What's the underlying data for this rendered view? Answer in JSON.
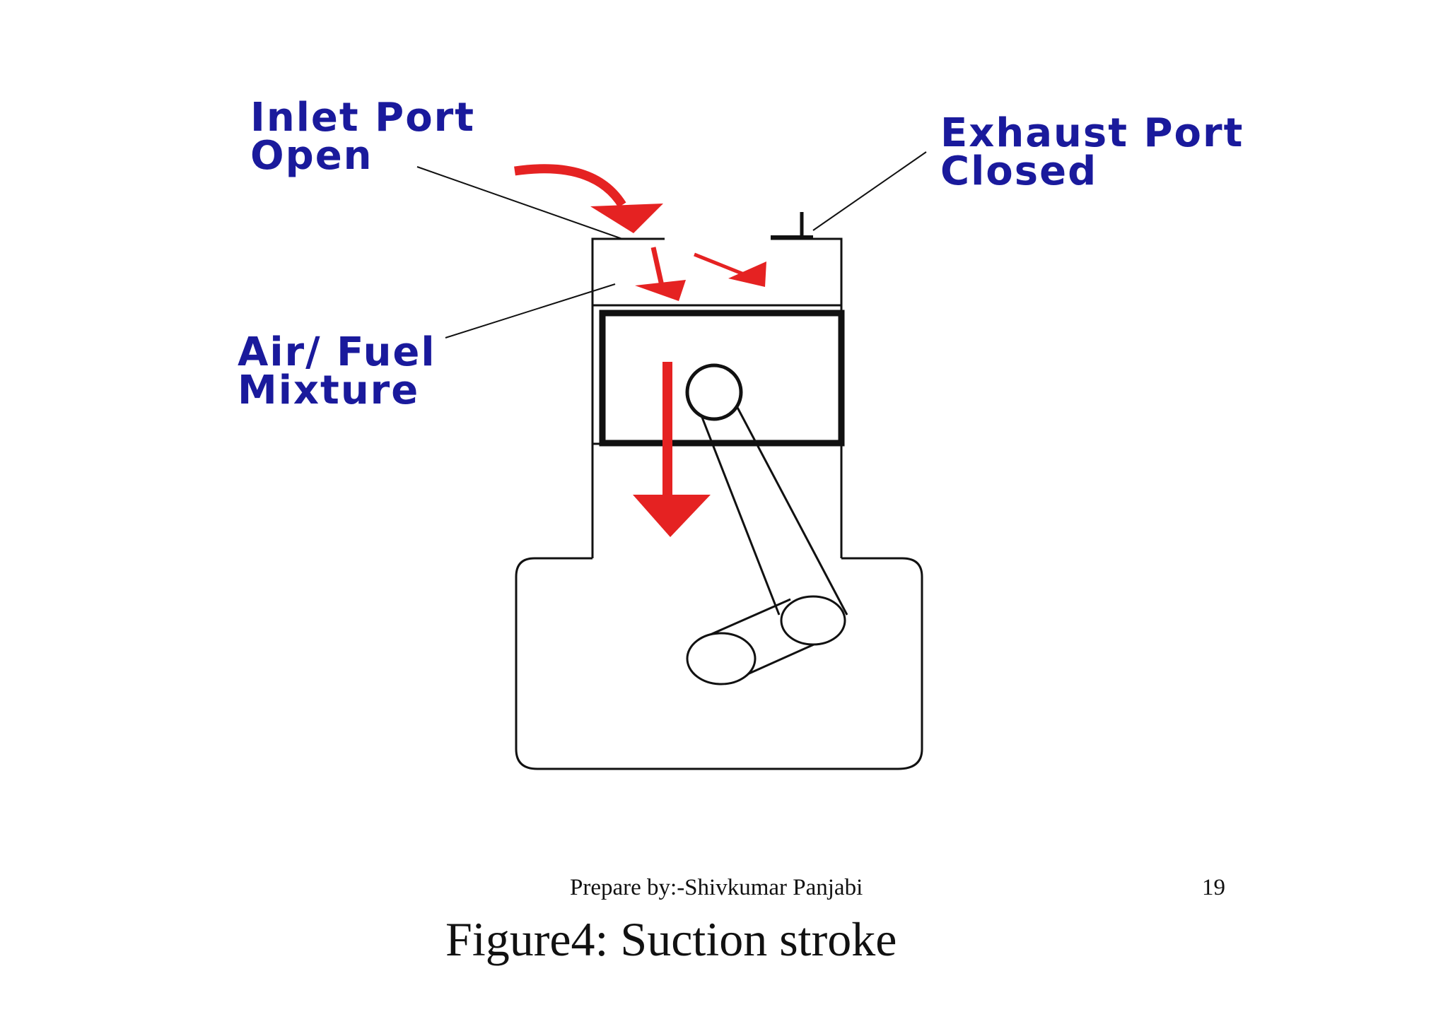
{
  "colors": {
    "label": "#1a1a9c",
    "arrow": "#e52222",
    "line": "#111111"
  },
  "labels": {
    "inlet": [
      "Inlet Port",
      "Open"
    ],
    "exhaust": [
      "Exhaust Port",
      "Closed"
    ],
    "mixture": [
      "Air/ Fuel",
      "Mixture"
    ]
  },
  "footer": {
    "author": "Prepare by:-Shivkumar Panjabi",
    "page_number": "19",
    "caption": "Figure4: Suction stroke"
  }
}
